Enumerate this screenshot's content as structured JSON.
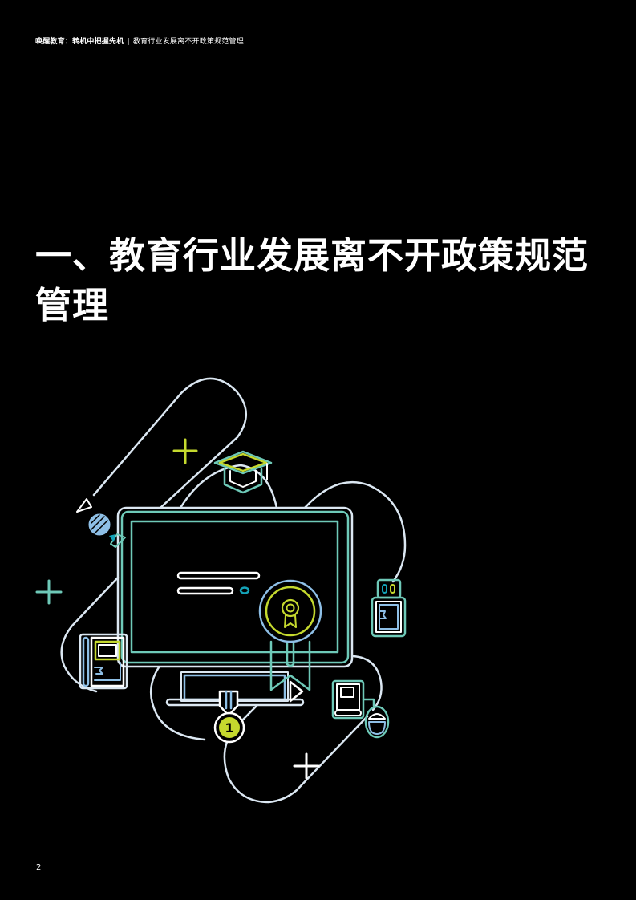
{
  "header": {
    "report_title": "唤醒教育：转机中把握先机",
    "separator": "|",
    "section_title": "教育行业发展离不开政策规范管理"
  },
  "chapter": {
    "title": "一、教育行业发展离不开政策规范管理"
  },
  "illustration": {
    "description": "Line-art illustration of a monitor displaying a certificate with award ribbon, surrounded by education icons",
    "icons": [
      "graduation-cap-icon",
      "dna-icon",
      "certificate-award-icon",
      "medal-first-place-icon",
      "usb-drive-icon",
      "book-icon",
      "tablet-icon",
      "mouse-icon",
      "plus-icon"
    ],
    "medal_label": "1",
    "colors": {
      "white": "#ffffff",
      "outline_light": "#dbe7f2",
      "teal": "#6ec9b8",
      "light_blue": "#8ebfe6",
      "lime": "#c5d92e",
      "cyan": "#14a3b8"
    }
  },
  "footer": {
    "page_number": "2"
  }
}
